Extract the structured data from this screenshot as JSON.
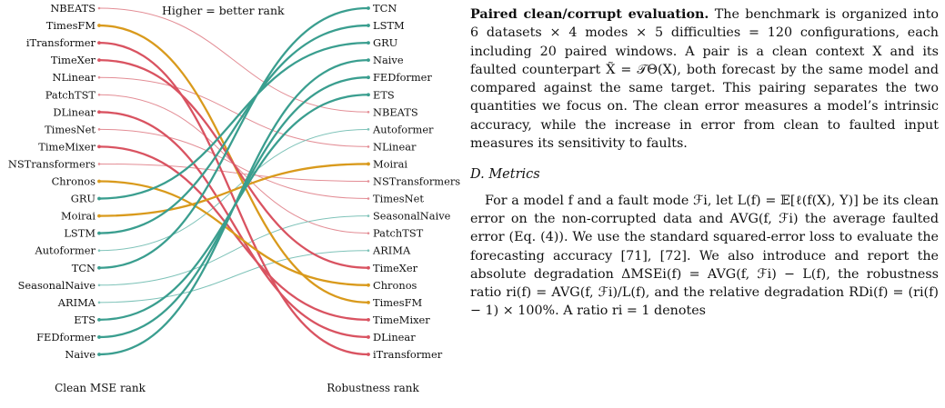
{
  "figure": {
    "annotation": "Higher = better rank",
    "left_axis_title": "Clean MSE rank",
    "right_axis_title": "Robustness rank",
    "colors": {
      "teal": "#3a9e8f",
      "red": "#d95361",
      "gold": "#d99a1c",
      "teal_light": "#7fc3b9",
      "red_light": "#e38d95",
      "gray": "#b8b8b8"
    }
  },
  "chart_data": {
    "type": "slope",
    "title": "",
    "left_axis": "Clean MSE rank",
    "right_axis": "Robustness rank",
    "note": "Higher = better rank",
    "clean_rank": [
      "NBEATS",
      "TimesFM",
      "iTransformer",
      "TimeXer",
      "NLinear",
      "PatchTST",
      "DLinear",
      "TimesNet",
      "TimeMixer",
      "NSTransformers",
      "Chronos",
      "GRU",
      "Moirai",
      "LSTM",
      "Autoformer",
      "TCN",
      "SeasonalNaive",
      "ARIMA",
      "ETS",
      "FEDformer",
      "Naive"
    ],
    "robustness_rank": [
      "TCN",
      "LSTM",
      "GRU",
      "Naive",
      "FEDformer",
      "ETS",
      "NBEATS",
      "Autoformer",
      "NLinear",
      "Moirai",
      "NSTransformers",
      "TimesNet",
      "SeasonalNaive",
      "PatchTST",
      "ARIMA",
      "TimeXer",
      "Chronos",
      "TimesFM",
      "TimeMixer",
      "DLinear",
      "iTransformer"
    ],
    "highlighted_improvers": [
      "TCN",
      "LSTM",
      "GRU",
      "Naive",
      "FEDformer",
      "ETS"
    ],
    "highlighted_decliners": [
      "iTransformer",
      "TimeXer",
      "DLinear",
      "TimeMixer"
    ],
    "foundation_models": [
      "TimesFM",
      "Moirai",
      "Chronos"
    ]
  },
  "text": {
    "p1_head": "Paired clean/corrupt evaluation.",
    "p1_body": " The benchmark is organized into 6 datasets × 4 modes × 5 difficulties = 120 configurations, each including 20 paired windows. A pair is a clean context X and its faulted counterpart X̃ = 𝒯Θ(X), both forecast by the same model and compared against the same target. This pairing separates the two quantities we focus on. The clean error measures a model’s intrinsic accuracy, while the increase in error from clean to faulted input measures its sensitivity to faults.",
    "section": "D. Metrics",
    "p2": "For a model f and a fault mode ℱi, let L(f) = 𝔼[ℓ(f(X), Y)] be its clean error on the non-corrupted data and AVG(f, ℱi) the average faulted error (Eq. (4)). We use the standard squared-error loss to evaluate the forecasting accuracy [71], [72]. We also introduce and report the absolute degradation ΔMSEi(f) = AVG(f, ℱi) − L(f), the robustness ratio ri(f) = AVG(f, ℱi)/L(f), and the relative degradation RDi(f) = (ri(f) − 1) × 100%. A ratio ri = 1 denotes"
  }
}
